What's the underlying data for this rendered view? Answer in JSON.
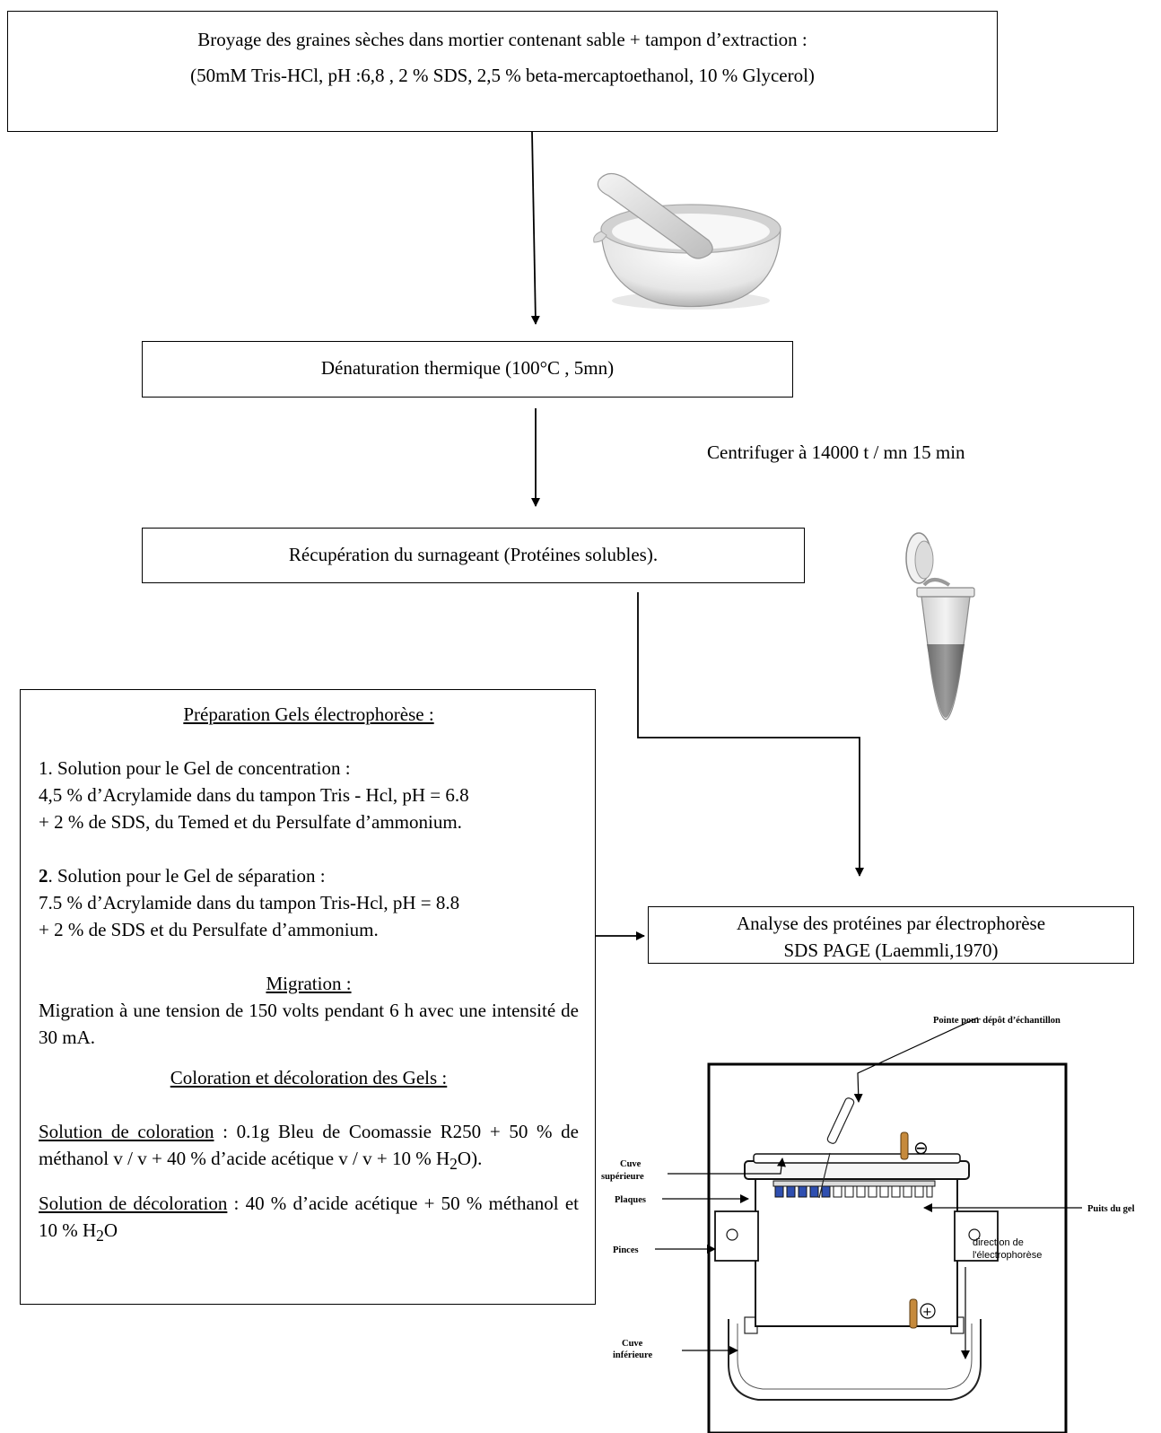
{
  "step1": {
    "line1": "Broyage des graines sèches dans mortier contenant sable + tampon d’extraction :",
    "line2": "(50mM Tris-HCl, pH :6,8 , 2 % SDS, 2,5 % beta-mercaptoethanol, 10 % Glycerol)"
  },
  "step2": {
    "text": "Dénaturation thermique (100°C , 5mn)"
  },
  "centrifuge_label": "Centrifuger à 14000 t / mn  15 min",
  "step3": {
    "text": "Récupération du surnageant (Protéines solubles)."
  },
  "step4": {
    "line1": "Analyse des protéines par électrophorèse",
    "line2": "SDS PAGE (Laemmli,1970)"
  },
  "gels": {
    "title": "Préparation Gels électrophorèse :",
    "sol1_title": "1. Solution pour le Gel de concentration :",
    "sol1_line1": "4,5 % d’Acrylamide dans du tampon Tris - Hcl, pH = 6.8",
    "sol1_line2": "+ 2 % de SDS, du Temed et du Persulfate d’ammonium.",
    "sol2_num": "2",
    "sol2_title": ". Solution pour le Gel de séparation :",
    "sol2_line1": "7.5 % d’Acrylamide dans du tampon Tris-Hcl, pH = 8.8",
    "sol2_line2": "+ 2 % de SDS et du Persulfate d’ammonium.",
    "migration_title": "Migration :",
    "migration_text": "Migration à une tension de 150 volts pendant 6 h avec une  intensité de 30 mA.",
    "coloration_title": "Coloration et décoloration des Gels :",
    "stain_label": "Solution de coloration",
    "stain_text_a": " : 0.1g Bleu de Coomassie R250 + 50 % de méthanol v / v + 40 % d’acide acétique v / v + 10 % H",
    "stain_sub": "2",
    "stain_text_b": "O).",
    "destain_label": "Solution de décoloration",
    "destain_text_a": " : 40 % d’acide acétique + 50 % méthanol et 10 % H",
    "destain_sub": "2",
    "destain_text_b": "O"
  },
  "apparatus_labels": {
    "sample_tip": "Pointe pour dépôt d’échantillon",
    "upper_tank_1": "Cuve",
    "upper_tank_2": "supérieure",
    "plates": "Plaques",
    "clamps": "Pinces",
    "lower_tank_1": "Cuve",
    "lower_tank_2": "inférieure",
    "gel_wells": "Puits du gel",
    "direction_1": "direction de",
    "direction_2": "l'électrophorèse",
    "minus": "⊖",
    "plus": "+"
  }
}
